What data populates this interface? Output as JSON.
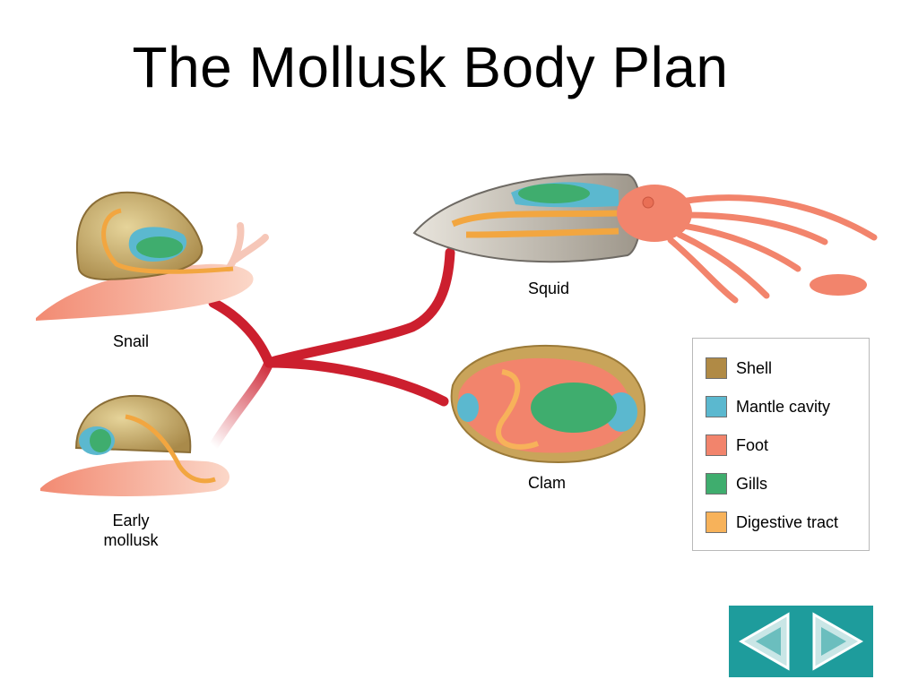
{
  "title": "The Mollusk Body Plan",
  "labels": {
    "snail": "Snail",
    "squid": "Squid",
    "clam": "Clam",
    "early_mollusk_line1": "Early",
    "early_mollusk_line2": "mollusk"
  },
  "legend": {
    "items": [
      {
        "label": "Shell",
        "color": "#b08a45"
      },
      {
        "label": "Mantle cavity",
        "color": "#5bb8cf"
      },
      {
        "label": "Foot",
        "color": "#f2846c"
      },
      {
        "label": "Gills",
        "color": "#3fad6e"
      },
      {
        "label": "Digestive tract",
        "color": "#f7b25a"
      }
    ]
  },
  "colors": {
    "branch": "#cc1f2e",
    "nav_bg": "#1e9c9c"
  },
  "nav": {
    "prev_icon": "chevron-left-icon",
    "next_icon": "chevron-right-icon"
  }
}
